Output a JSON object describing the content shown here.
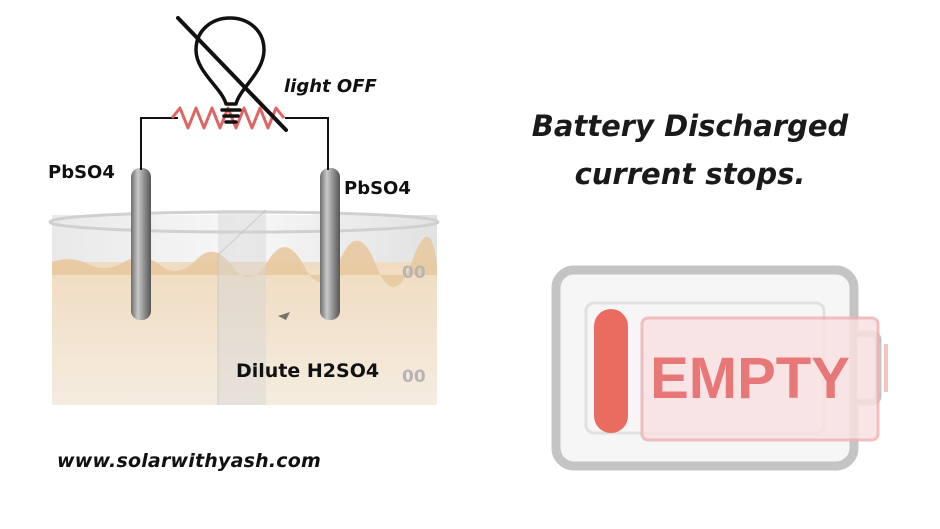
{
  "labels": {
    "left_electrode": "PbSO4",
    "right_electrode": "PbSO4",
    "light_status": "light OFF",
    "electrolyte": "Dilute H2SO4",
    "website": "www.solarwithyash.com",
    "beaker_marks": [
      "00",
      "00"
    ]
  },
  "headline": {
    "line1": "Battery Discharged",
    "line2": "current stops."
  },
  "battery": {
    "status_text": "EMPTY",
    "charge_level": 0.08
  },
  "colors": {
    "resistor": "#e06464",
    "battery_outline": "#c4c4c4",
    "empty_text": "#e87878",
    "charge_bar": "#ea6c60",
    "electrolyte_surface": "#e8c9a0",
    "electrolyte_body": "#f2e6d6"
  },
  "icons": {
    "bulb": "light-bulb-icon",
    "strike": "strike-through-icon",
    "battery": "battery-empty-icon"
  }
}
